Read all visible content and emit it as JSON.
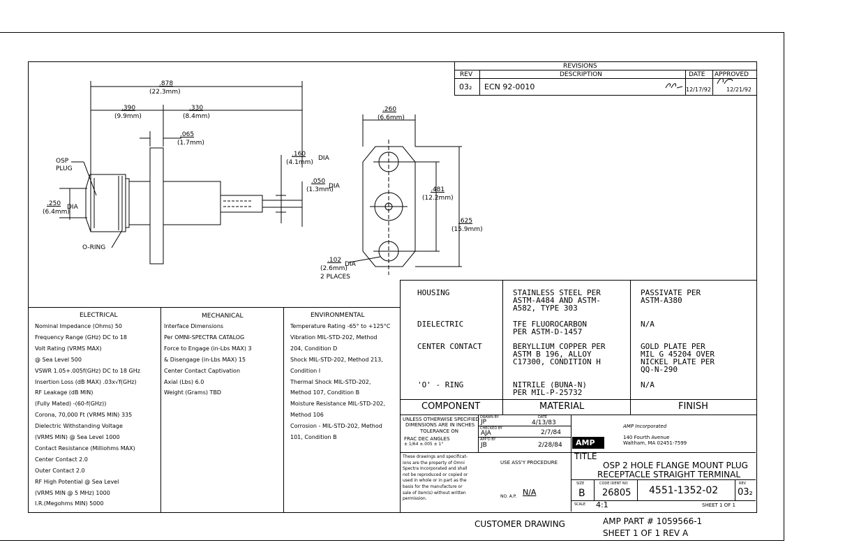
{
  "revisions": {
    "heading": "REVISIONS",
    "col_rev": "REV",
    "col_desc": "DESCRIPTION",
    "col_date": "DATE",
    "col_approved": "APPROVED",
    "rev": "03₂",
    "description": "ECN 92-0010",
    "date": "12/17/92",
    "approved_date": "12/21/92"
  },
  "drawing": {
    "dim_878": ".878",
    "dim_878_mm": "(22.3mm)",
    "dim_390": ".390",
    "dim_390_mm": "(9.9mm)",
    "dim_330": ".330",
    "dim_330_mm": "(8.4mm)",
    "dim_065": ".065",
    "dim_065_mm": "(1.7mm)",
    "dim_160": ".160",
    "dim_160_mm": "(4.1mm)",
    "dia": "DIA",
    "dim_050": ".050",
    "dim_050_mm": "(1.3mm)",
    "dim_250": ".250",
    "dim_250_mm": "(6.4mm)",
    "osp_plug_1": "OSP",
    "osp_plug_2": "PLUG",
    "o_ring": "O-RING",
    "dim_260": ".260",
    "dim_260_mm": "(6.6mm)",
    "dim_481": ".481",
    "dim_481_mm": "(12.2mm)",
    "dim_625": ".625",
    "dim_625_mm": "(15.9mm)",
    "dim_102": ".102",
    "dim_102_mm": "(2.6mm)",
    "two_places": "2 PLACES"
  },
  "materials": {
    "rows": [
      {
        "component": "HOUSING",
        "material": [
          "STAINLESS STEEL PER",
          "ASTM-A484 AND ASTM-",
          "A582, TYPE 303"
        ],
        "finish": [
          "PASSIVATE PER",
          "ASTM-A380"
        ]
      },
      {
        "component": "DIELECTRIC",
        "material": [
          "TFE FLUOROCARBON",
          "PER ASTM-D-1457"
        ],
        "finish": [
          "N/A"
        ]
      },
      {
        "component": "CENTER CONTACT",
        "material": [
          "BERYLLIUM COPPER PER",
          "ASTM B 196, ALLOY",
          "C17300, CONDITION H"
        ],
        "finish": [
          "GOLD PLATE PER",
          "MIL G 45204 OVER",
          "NICKEL PLATE PER",
          "QQ-N-290"
        ]
      },
      {
        "component": "'O' - RING",
        "material": [
          "NITRILE (BUNA-N)",
          "PER MIL-P-25732"
        ],
        "finish": [
          "N/A"
        ]
      }
    ],
    "head_component": "COMPONENT",
    "head_material": "MATERIAL",
    "head_finish": "FINISH"
  },
  "electrical": {
    "heading": "ELECTRICAL",
    "lines": [
      "Nominal Impedance (Ohms)   50",
      "Frequency Range (GHz) DC to   18",
      "Volt Rating (VRMS MAX)",
      "   @ Sea Level                  500",
      "VSWR 1.05+.005f(GHz) DC to 18 GHz",
      "Insertion Loss (dB MAX) .03x√f(GHz)",
      "RF Leakage (dB MIN)",
      "   (Fully Mated)      -(60-f(GHz))",
      "Corona, 70,000 Ft (VRMS MIN)   335",
      "Dielectric Withstanding Voltage",
      "   (VRMS MIN) @ Sea Level      1000",
      "Contact Resistance (Milliohms MAX)",
      "   Center Contact              2.0",
      "   Outer Contact               2.0",
      "RF High Potential @ Sea Level",
      "   (VRMS MIN @ 5 MHz)          1000",
      "I.R.(Megohms MIN)            5000"
    ]
  },
  "mechanical": {
    "heading": "MECHANICAL",
    "lines": [
      "Interface Dimensions",
      "   Per OMNI-SPECTRA CATALOG",
      "Force to Engage (in-Lbs MAX) 3",
      "   & Disengage (in-Lbs MAX) 15",
      "Center Contact Captivation",
      "   Axial (Lbs)                6.0",
      "Weight (Grams)               TBD"
    ]
  },
  "environmental": {
    "heading": "ENVIRONMENTAL",
    "lines": [
      "Temperature Rating -65° to +125°C",
      "Vibration MIL-STD-202, Method",
      "   204, Condition D",
      "Shock MIL-STD-202, Method 213,",
      "   Condition I",
      "Thermal Shock MIL-STD-202,",
      "   Method 107, Condition B",
      "Moisture Resistance MIL-STD-202,",
      "   Method 106",
      "Corrosion - MIL-STD-202, Method",
      "   101, Condition B"
    ]
  },
  "titleblock": {
    "tol_1": "UNLESS OTHERWISE SPECIFIED",
    "tol_2": "DIMENSIONS ARE IN INCHES",
    "tol_3": "TOLERANCE ON",
    "tol_4": "FRAC      DEC       ANGLES",
    "tol_5": "± 1/64    ±.005     ± 1°",
    "drawn_by_label": "DRAWN BY",
    "drawn_by": "JP",
    "drawn_date": "4/13/83",
    "date_label": "DATE",
    "checked_by_label": "CHECKED BY",
    "checked_by": "AJA",
    "checked_date": "2/7/84",
    "appd_by_label": "APP'D BY",
    "appd_by": "JB",
    "appd_date": "2/28/84",
    "logo": "AMP",
    "company_1": "AMP Incorporated",
    "company_2": "140 Fourth Avenue",
    "company_3": "Waltham, MA 02451-7599",
    "prop_1": "These drawings and specificat-",
    "prop_2": "ions are the property of Omni",
    "prop_3": "Spectra Incorporated and shall",
    "prop_4": "not be reproduced or copied or",
    "prop_5": "used in whole or in part as the",
    "prop_6": "basis for the manufacture or",
    "prop_7": "sale of item(s) without written",
    "prop_8": "permission.",
    "use_assy": "USE ASS'Y PROCEDURE",
    "no_ap_label": "NO. A.P.",
    "no_ap": "N/A",
    "title_label": "TITLE",
    "title_1": "OSP 2 HOLE FLANGE MOUNT PLUG",
    "title_2": "RECEPTACLE  STRAIGHT TERMINAL",
    "size_label": "SIZE",
    "size": "B",
    "code_label": "CODE IDENT NO",
    "code": "26805",
    "dwg_no": "4551-1352-02",
    "rev_label": "REV",
    "rev": "03₂",
    "scale_label": "SCALE",
    "scale": "4:1",
    "sheet": "SHEET  1  OF  1"
  },
  "footer": {
    "customer": "CUSTOMER DRAWING",
    "amp_part": "AMP PART # 1059566-1",
    "sheet": "SHEET 1 OF 1  REV A"
  }
}
